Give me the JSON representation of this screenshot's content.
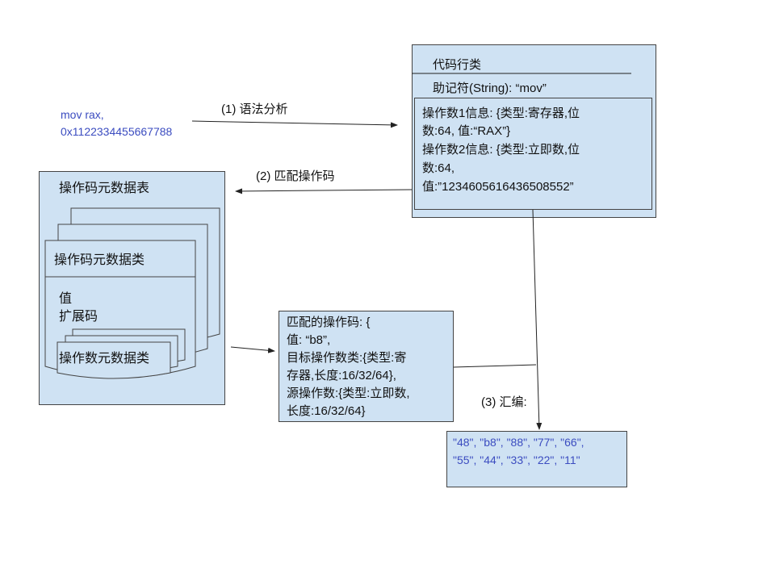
{
  "input": {
    "line1": "mov rax,",
    "line2": "0x1122334455667788"
  },
  "steps": {
    "parse": "(1) 语法分析",
    "match": "(2) 匹配操作码",
    "assemble": "(3) 汇编:"
  },
  "code_line": {
    "title": "代码行类",
    "mnemonic": "助记符(String): “mov”",
    "operands": [
      "操作数1信息: {类型:寄存器,位",
      "数:64, 值:“RAX”}",
      "操作数2信息: {类型:立即数,位",
      "数:64,",
      "值:”1234605616436508552”"
    ]
  },
  "opcode_table": {
    "title": "操作码元数据表",
    "card_title": "操作码元数据类",
    "fields": [
      "值",
      "扩展码"
    ],
    "operand_card": "操作数元数据类"
  },
  "matched": {
    "lines": [
      "匹配的操作码: {",
      "值: “b8”,",
      "目标操作数类:{类型:寄",
      "存器,长度:16/32/64},",
      "源操作数:{类型:立即数,",
      "长度:16/32/64}"
    ]
  },
  "output": {
    "line1": "\"48\", \"b8\", \"88\", \"77\", \"66\",",
    "line2": "\"55\", \"44\", \"33\", \"22\", \"11\""
  },
  "colors": {
    "box_fill": "#cfe2f3",
    "border": "#444444",
    "blue_text": "#3b4cc0"
  }
}
